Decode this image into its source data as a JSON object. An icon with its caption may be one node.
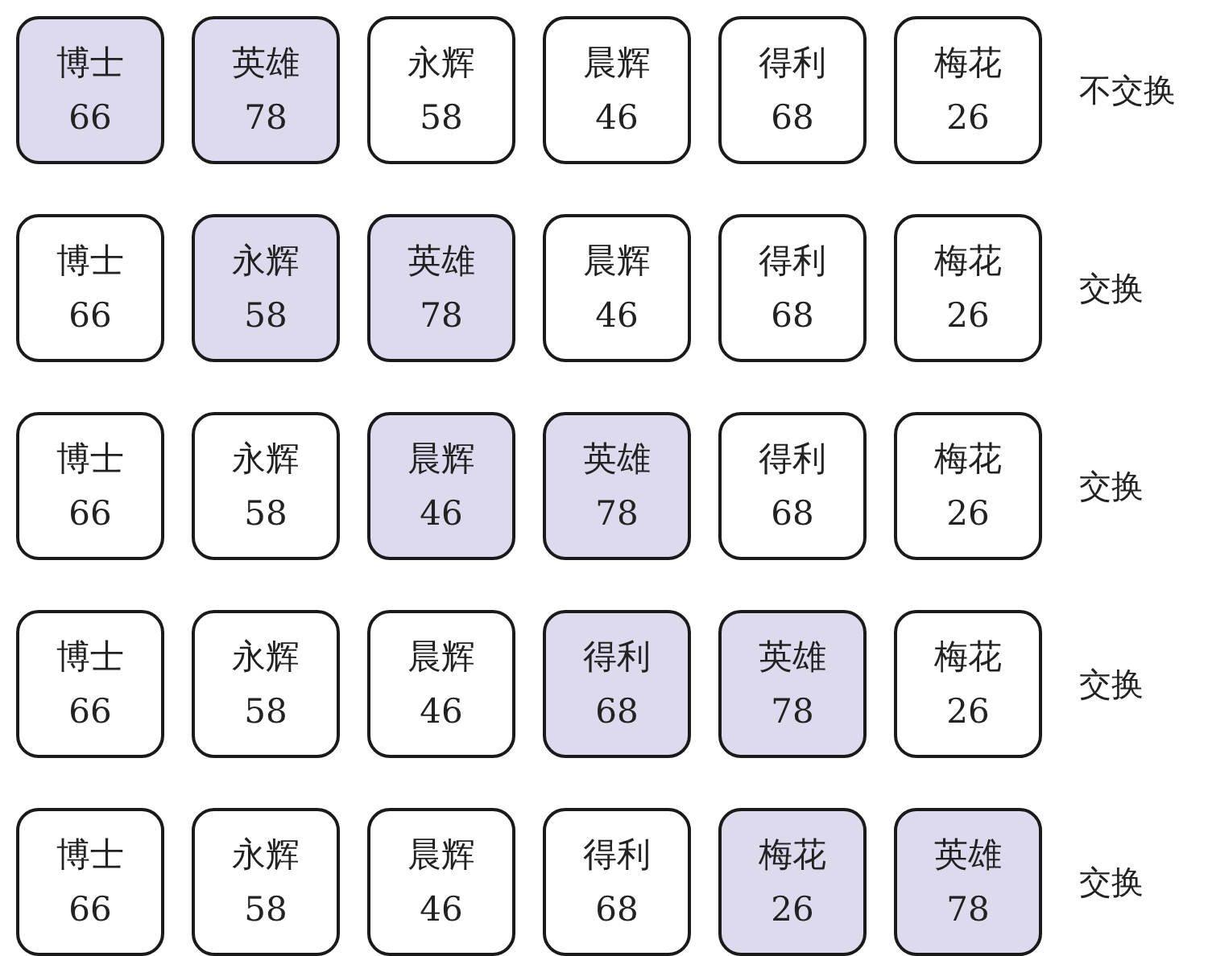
{
  "diagram": {
    "nodes": [
      {
        "text": [
          "博士",
          "66"
        ]
      },
      {
        "text": [
          "英雄",
          "78"
        ]
      },
      {
        "text": [
          "永辉",
          "58"
        ]
      },
      {
        "text": [
          "晨辉",
          "46"
        ]
      },
      {
        "text": [
          "得利",
          "68"
        ]
      },
      {
        "text": [
          "梅花",
          "26"
        ]
      },
      {
        "text": [
          "博士",
          "66"
        ]
      },
      {
        "text": [
          "永辉",
          "58"
        ]
      },
      {
        "text": [
          "英雄",
          "78"
        ]
      },
      {
        "text": [
          "晨辉",
          "46"
        ]
      },
      {
        "text": [
          "得利",
          "68"
        ]
      },
      {
        "text": [
          "梅花",
          "26"
        ]
      },
      {
        "text": [
          "博士",
          "66"
        ]
      },
      {
        "text": [
          "永辉",
          "58"
        ]
      },
      {
        "text": [
          "晨辉",
          "46"
        ]
      },
      {
        "text": [
          "英雄",
          "78"
        ]
      },
      {
        "text": [
          "得利",
          "68"
        ]
      },
      {
        "text": [
          "梅花",
          "26"
        ]
      },
      {
        "text": [
          "博士",
          "66"
        ]
      },
      {
        "text": [
          "永辉",
          "58"
        ]
      },
      {
        "text": [
          "晨辉",
          "46"
        ]
      },
      {
        "text": [
          "得利",
          "68"
        ]
      },
      {
        "text": [
          "英雄",
          "78"
        ]
      },
      {
        "text": [
          "梅花",
          "26"
        ]
      },
      {
        "text": [
          "博士",
          "66"
        ]
      },
      {
        "text": [
          "永辉",
          "58"
        ]
      },
      {
        "text": [
          "晨辉",
          "46"
        ]
      },
      {
        "text": [
          "得利",
          "68"
        ]
      },
      {
        "text": [
          "梅花",
          "26"
        ]
      },
      {
        "text": [
          "英雄",
          "78"
        ]
      }
    ],
    "labels": [
      "不交换",
      "交换",
      "交换",
      "交换",
      "交换"
    ]
  }
}
